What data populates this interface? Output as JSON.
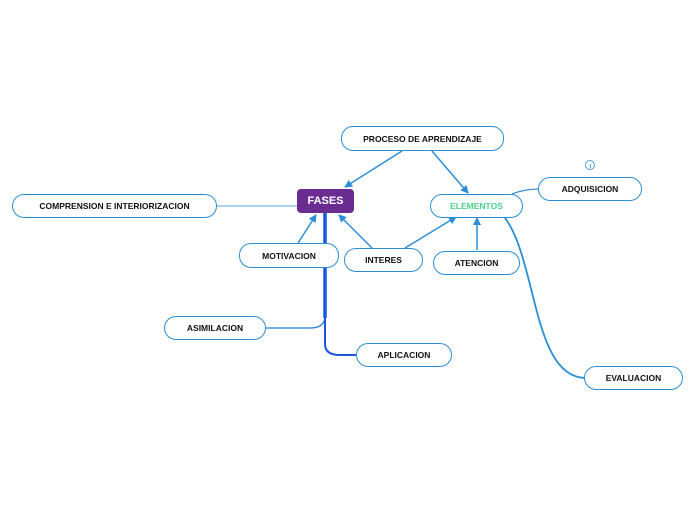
{
  "root": {
    "label": "FASES"
  },
  "nodes": {
    "proceso": "PROCESO DE APRENDIZAJE",
    "comprension": "COMPRENSION E INTERIORIZACION",
    "elementos": "ELEMENTOS",
    "adquisicion": "ADQUISICION",
    "motivacion": "MOTIVACION",
    "interes": "INTERES",
    "atencion": "ATENCION",
    "asimilacion": "ASIMILACION",
    "aplicacion": "APLICACION",
    "evaluacion": "EVALUACION"
  },
  "colors": {
    "root_fill": "#6a2c91",
    "node_border": "#2a8fd6",
    "arrow": "#2a8fd6",
    "trunk": "#1a56e0",
    "elementos_text": "#4fd08a"
  },
  "icons": [
    "info-icon"
  ]
}
